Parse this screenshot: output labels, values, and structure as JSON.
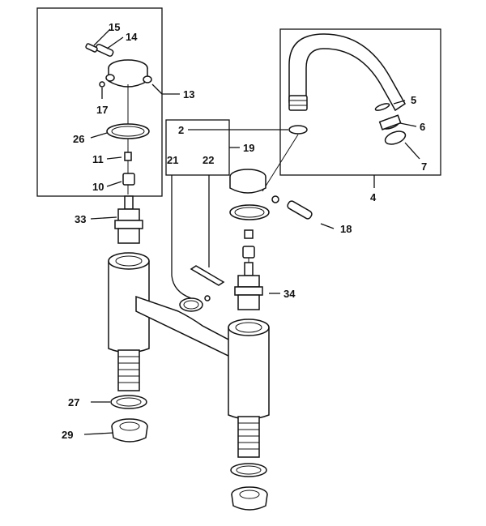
{
  "diagram": {
    "labels": {
      "l15": "15",
      "l14": "14",
      "l13": "13",
      "l17": "17",
      "l26": "26",
      "l11": "11",
      "l10": "10",
      "l33": "33",
      "l2": "2",
      "l19": "19",
      "l21": "21",
      "l22": "22",
      "l5": "5",
      "l6": "6",
      "l7": "7",
      "l4": "4",
      "l18": "18",
      "l34": "34",
      "l27": "27",
      "l29": "29"
    }
  }
}
